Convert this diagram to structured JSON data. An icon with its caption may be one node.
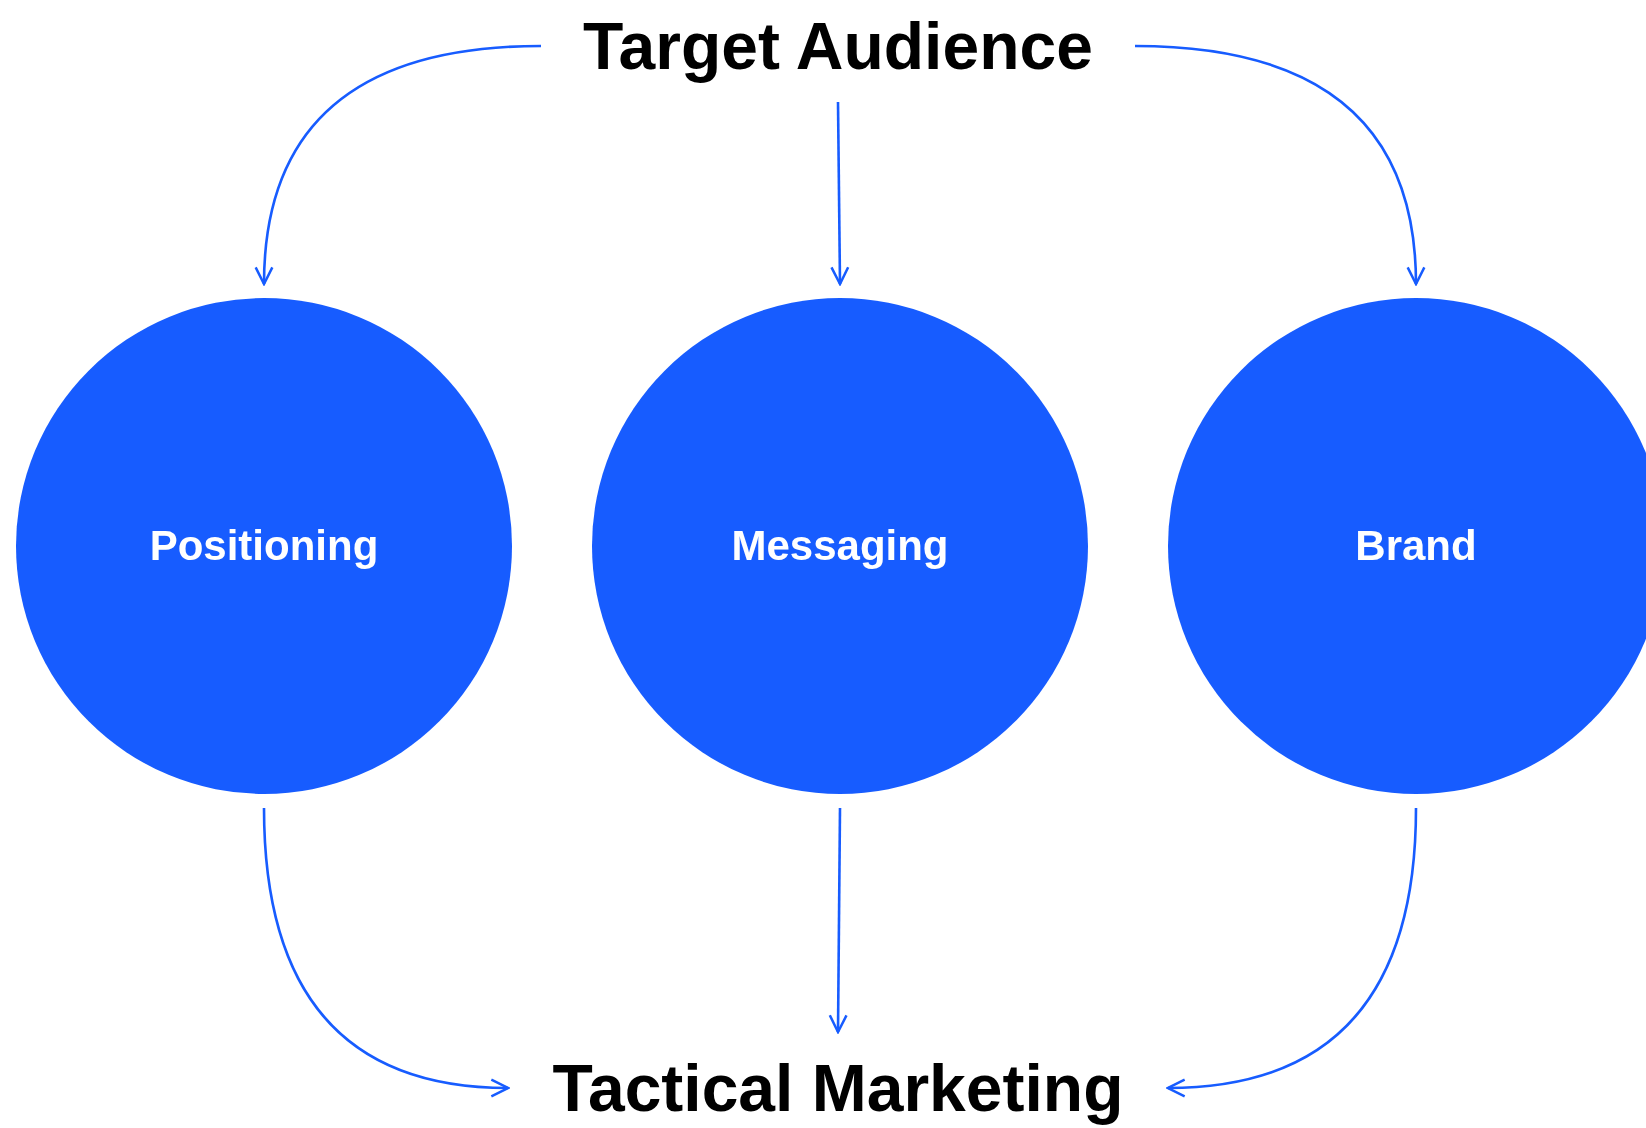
{
  "diagram": {
    "nodes": [
      {
        "text": [
          "Target Audience"
        ]
      },
      {
        "text": [
          "Positioning"
        ]
      },
      {
        "text": [
          "Messaging"
        ]
      },
      {
        "text": [
          "Brand"
        ]
      },
      {
        "text": [
          "Tactical Marketing"
        ]
      }
    ],
    "edges": [
      {
        "from": 0,
        "to": 1,
        "arrow": "to"
      },
      {
        "from": 0,
        "to": 2,
        "arrow": "to"
      },
      {
        "from": 0,
        "to": 3,
        "arrow": "to"
      },
      {
        "from": 1,
        "to": 4,
        "arrow": "to"
      },
      {
        "from": 2,
        "to": 4,
        "arrow": "to"
      },
      {
        "from": 3,
        "to": 4,
        "arrow": "to"
      }
    ]
  }
}
